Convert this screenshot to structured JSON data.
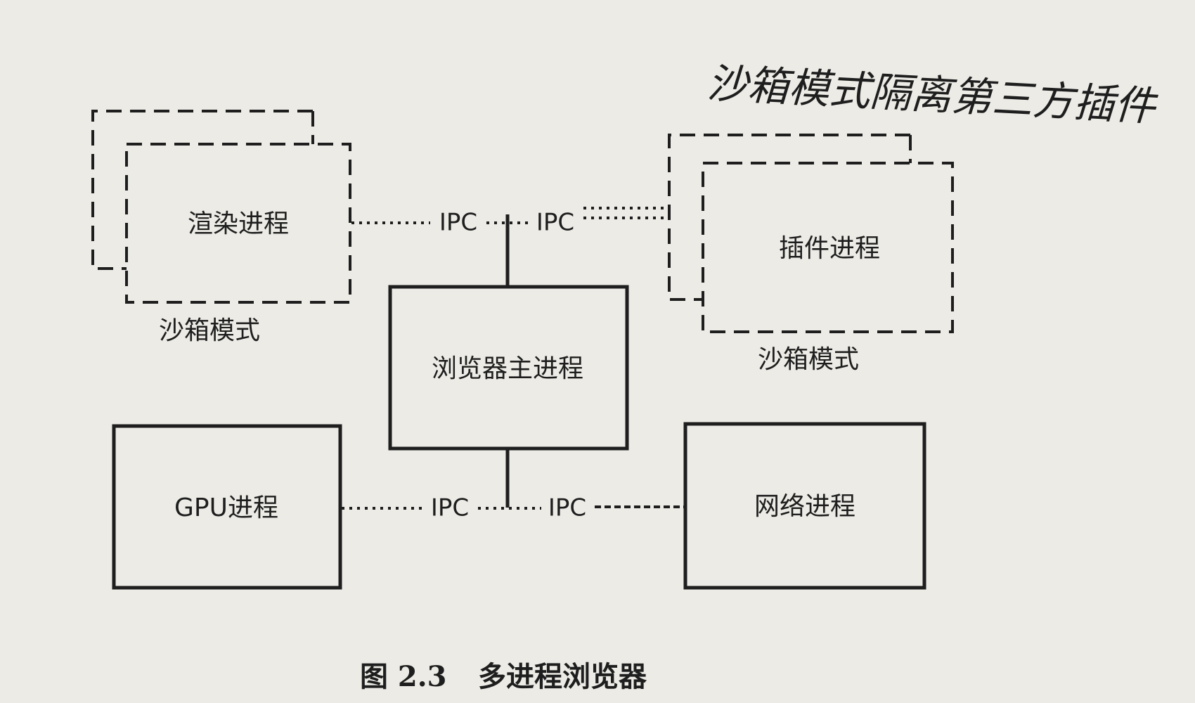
{
  "processes": {
    "render": {
      "label": "渲染进程",
      "sandbox_label": "沙箱模式"
    },
    "plugin": {
      "label": "插件进程",
      "sandbox_label": "沙箱模式"
    },
    "browser_main": {
      "label": "浏览器主进程"
    },
    "gpu": {
      "label": "GPU进程"
    },
    "network": {
      "label": "网络进程"
    }
  },
  "ipc_labels": {
    "render_link": "IPC",
    "plugin_link": "IPC",
    "gpu_link": "IPC",
    "network_link": "IPC"
  },
  "caption": {
    "figure_number": "图 2.3",
    "title": "多进程浏览器"
  },
  "handwritten_note": "沙箱模式隔离第三方插件",
  "colors": {
    "paper": "#ecebe6",
    "ink": "#1e1e1e"
  }
}
